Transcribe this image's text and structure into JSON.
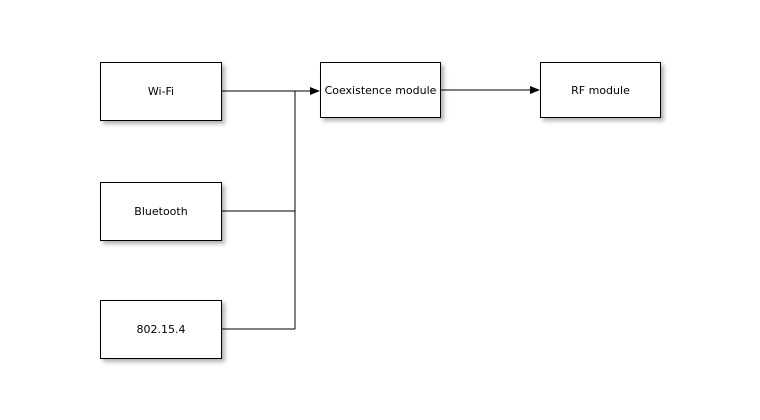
{
  "diagram": {
    "type": "block-diagram",
    "nodes": {
      "wifi": {
        "label": "Wi-Fi"
      },
      "bluetooth": {
        "label": "Bluetooth"
      },
      "zigbee": {
        "label": "802.15.4"
      },
      "coexistence": {
        "label": "Coexistence module"
      },
      "rf": {
        "label": "RF module"
      }
    },
    "edges": [
      {
        "from": "wifi",
        "to": "coexistence",
        "arrow": true
      },
      {
        "from": "bluetooth",
        "to": "bus",
        "arrow": false
      },
      {
        "from": "zigbee",
        "to": "bus",
        "arrow": false
      },
      {
        "from": "coexistence",
        "to": "rf",
        "arrow": true
      }
    ],
    "colors": {
      "background": "#ffffff",
      "node_fill": "#ffffff",
      "node_border": "#000000",
      "edge": "#000000",
      "shadow": "#bbbbbb"
    }
  }
}
